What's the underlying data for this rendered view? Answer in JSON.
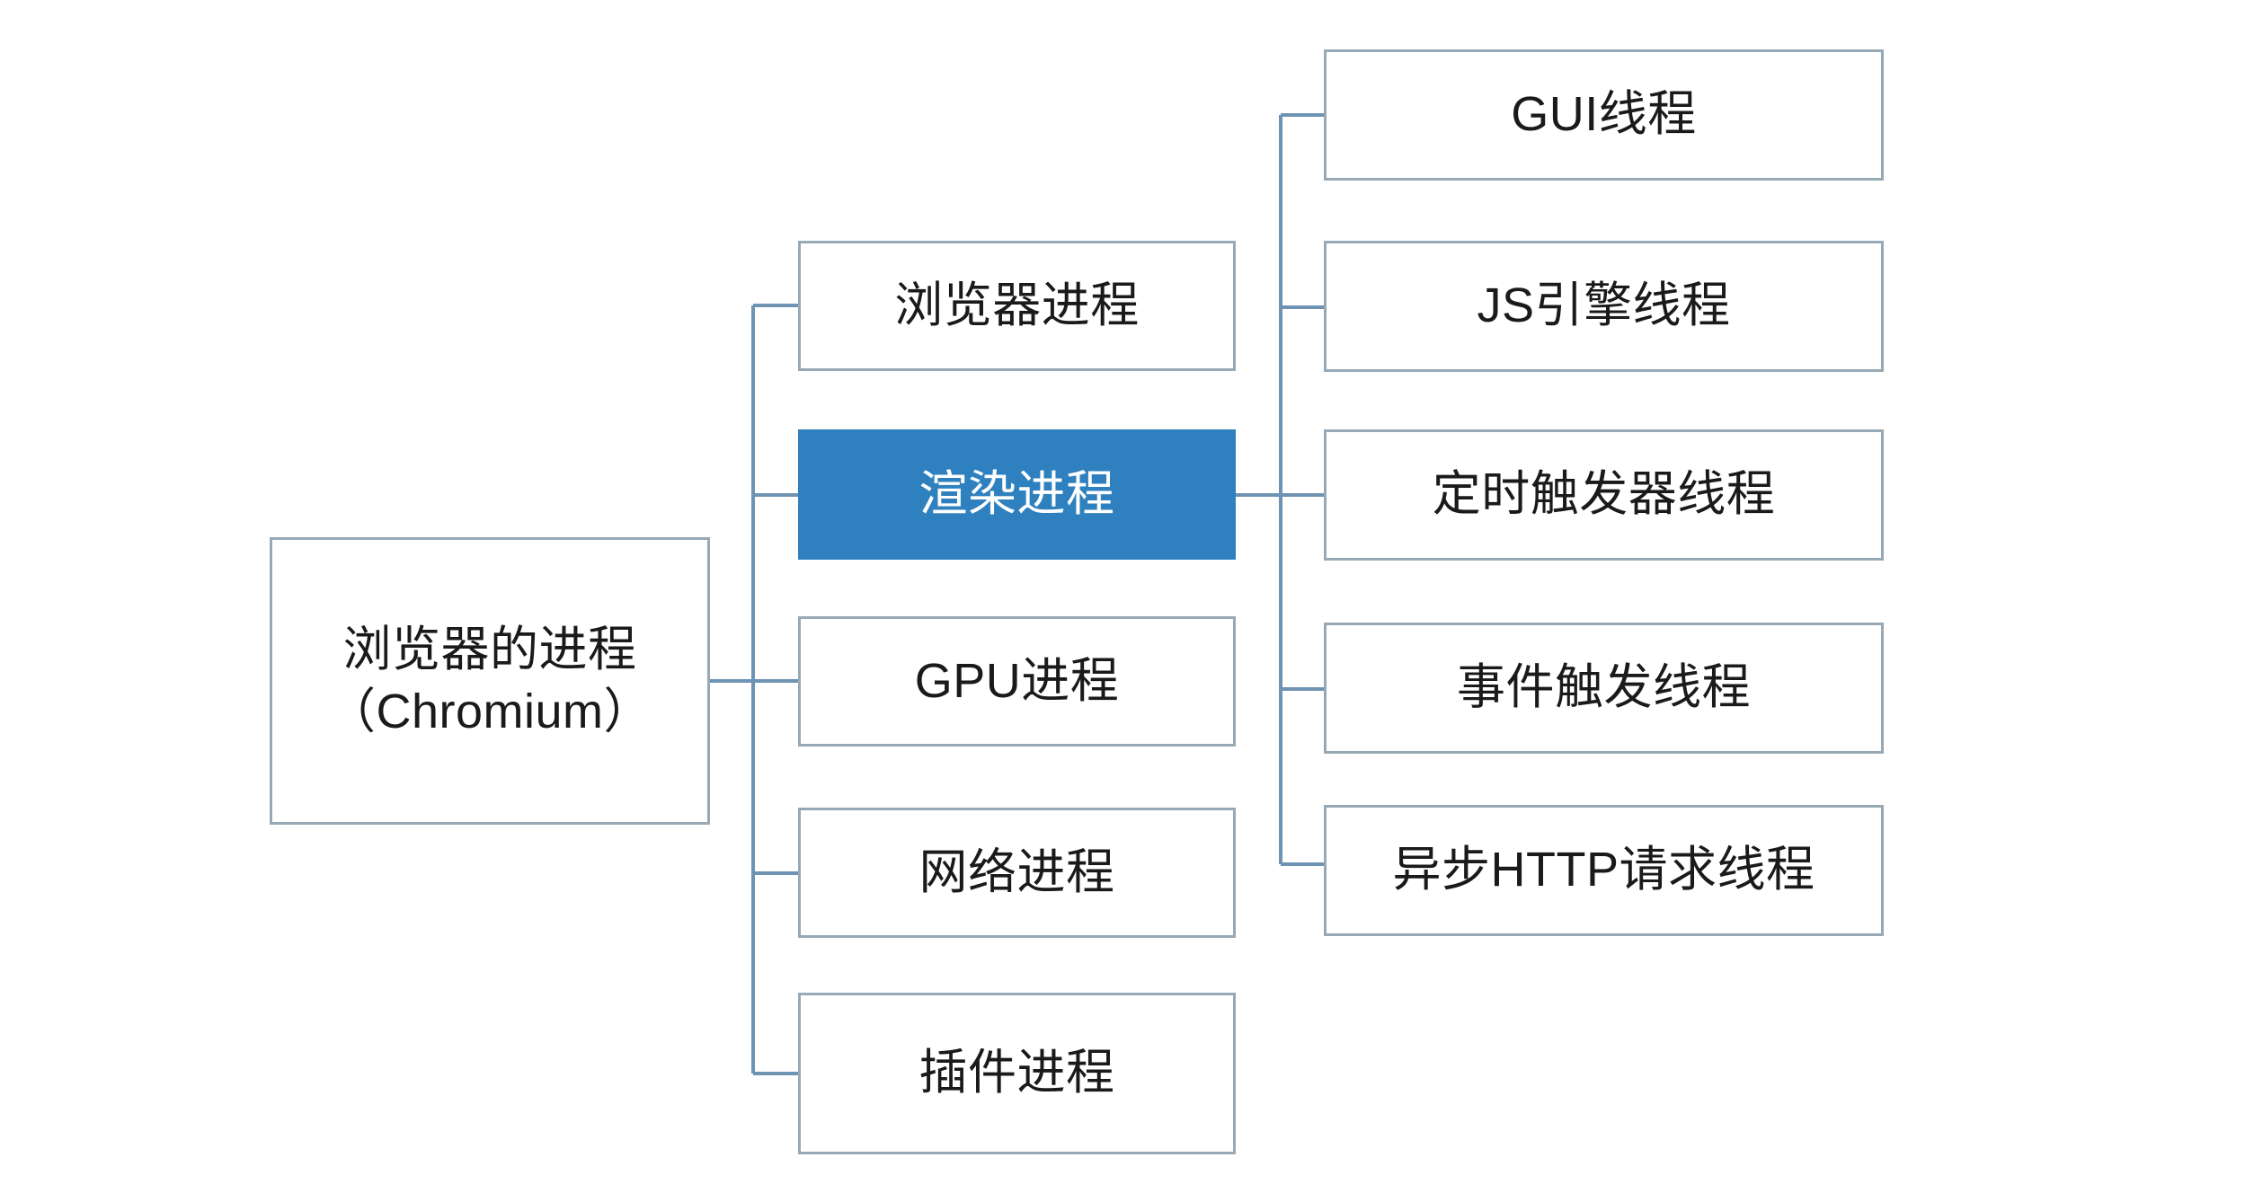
{
  "diagram": {
    "title_text": "浏览器的进程（Chromium）",
    "colors": {
      "box_border": "#97a9b5",
      "box_fill": "#ffffff",
      "highlight_fill": "#2e81be",
      "highlight_text": "#ffffff",
      "connector": "#6e93b3",
      "text": "#1a1a1a",
      "background": "#ffffff"
    },
    "root": {
      "label": "浏览器的进程\n（Chromium）",
      "line1": "浏览器的进程",
      "line2": "（Chromium）"
    },
    "processes": [
      {
        "label": "浏览器进程",
        "highlighted": false
      },
      {
        "label": "渲染进程",
        "highlighted": true
      },
      {
        "label": "GPU进程",
        "highlighted": false
      },
      {
        "label": "网络进程",
        "highlighted": false
      },
      {
        "label": "插件进程",
        "highlighted": false
      }
    ],
    "threads": [
      {
        "label": "GUI线程"
      },
      {
        "label": "JS引擎线程"
      },
      {
        "label": "定时触发器线程"
      },
      {
        "label": "事件触发线程"
      },
      {
        "label": "异步HTTP请求线程"
      }
    ]
  }
}
